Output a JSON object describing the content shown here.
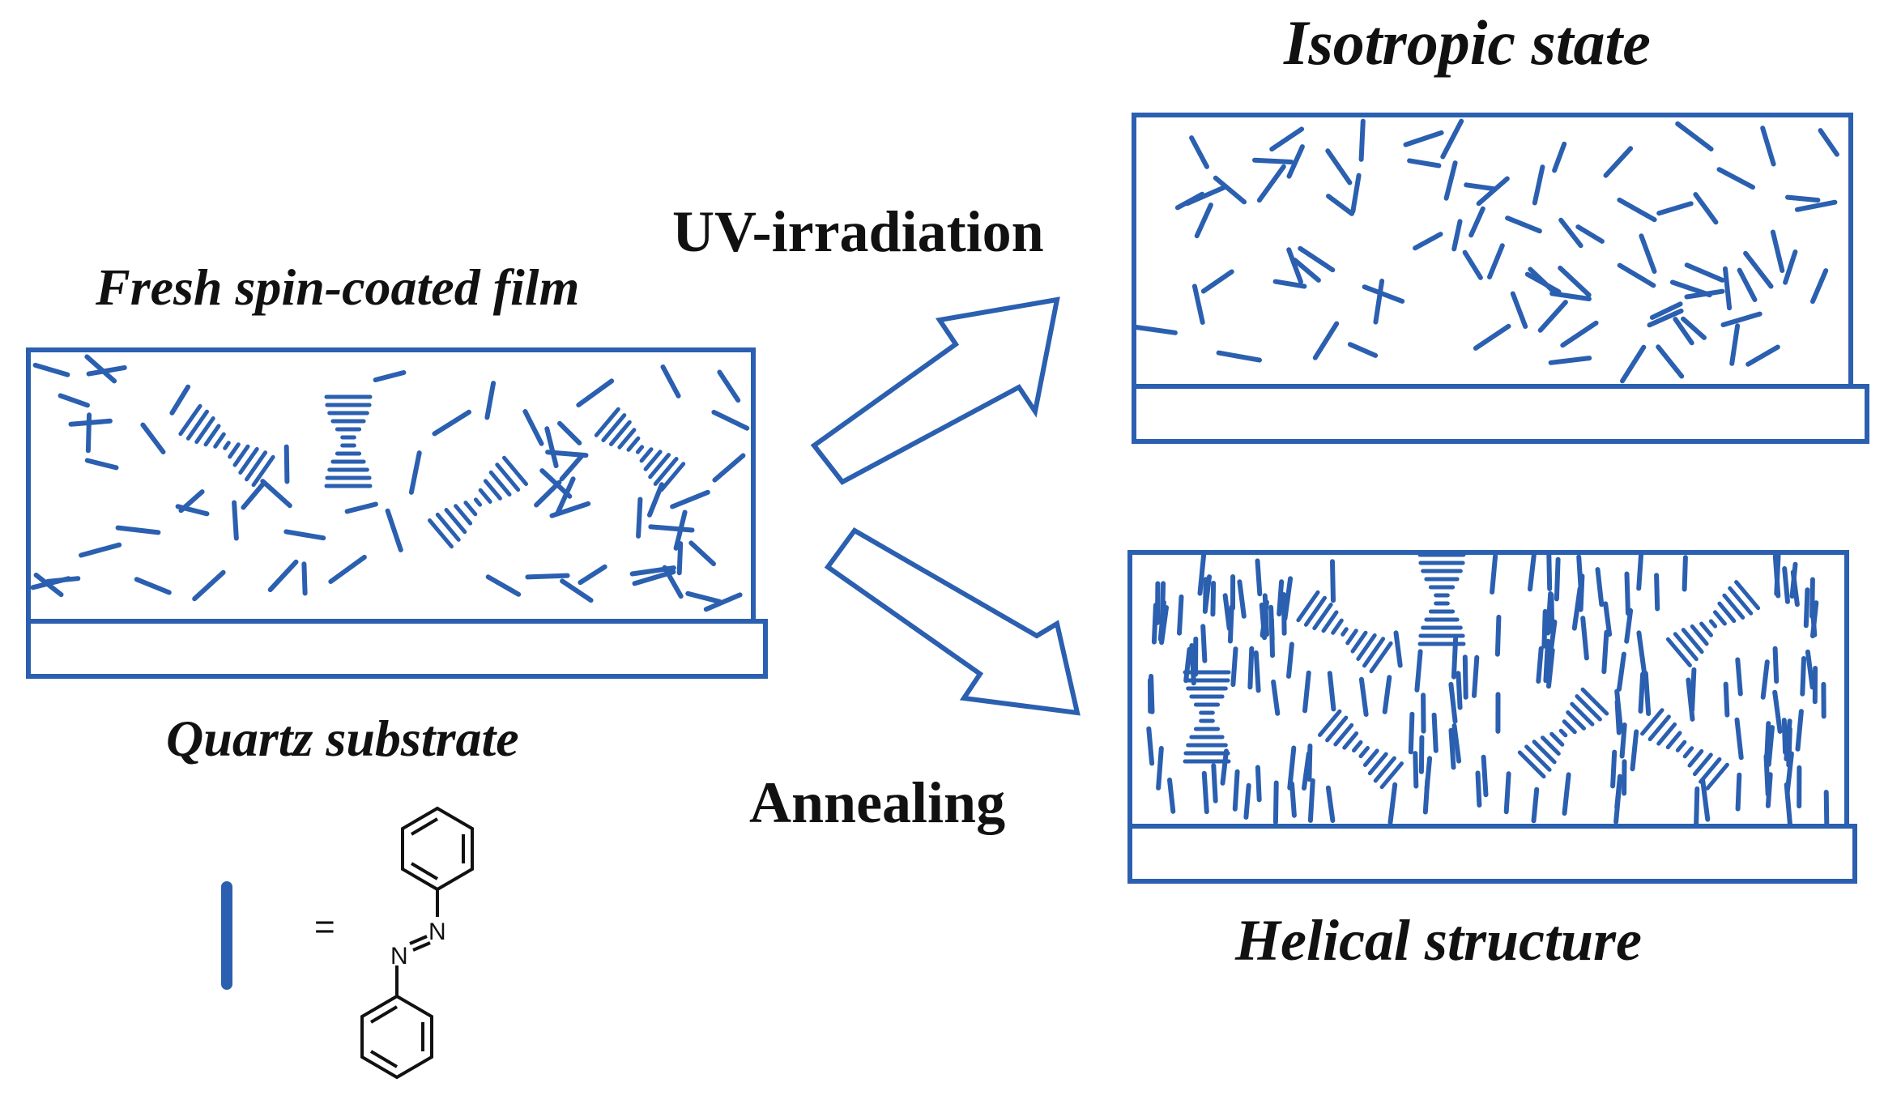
{
  "labels": {
    "fresh_film": "Fresh spin-coated film",
    "isotropic": "Isotropic state",
    "quartz": "Quartz substrate",
    "uv": "UV-irradiation",
    "annealing": "Annealing",
    "helical": "Helical structure",
    "equals": "=",
    "nitrogen_upper": "N",
    "nitrogen_lower": "N"
  },
  "colors": {
    "rod": "#2b5fb0",
    "frame": "#2b5fb0",
    "text": "#111111",
    "molecule": "#111111"
  },
  "icons": {
    "mesogen": "rod-icon",
    "azobenzene": "azobenzene-structure-icon"
  }
}
